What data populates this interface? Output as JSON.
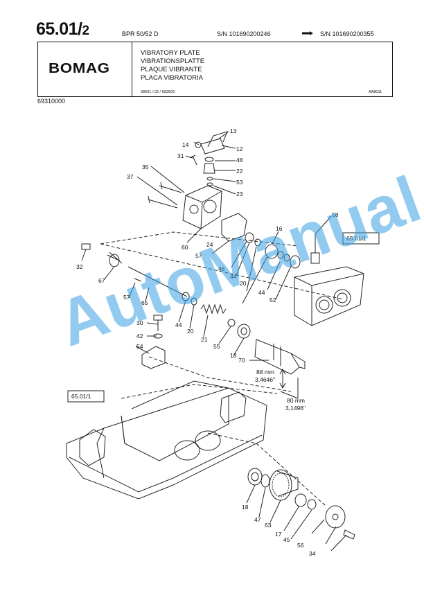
{
  "header": {
    "page_number_main": "65.01/",
    "page_number_sub": "2",
    "model": "BPR 50/52 D",
    "serial_from": "S/N 101690200246",
    "serial_to": "S/N 101690200355",
    "logo": "BOMAG",
    "titles": [
      "VIBRATORY PLATE",
      "VIBRATIONSPLATTE",
      "PLAQUE VIBRANTE",
      "PLACA VIBRATORIA"
    ],
    "code_small": "08501 / 02 / 693003",
    "code_right": "AA8011",
    "part_code": "69310000"
  },
  "diagram": {
    "callouts": [
      "13",
      "14",
      "12",
      "31",
      "48",
      "22",
      "35",
      "53",
      "37",
      "23",
      "58",
      "16",
      "65.01/1",
      "60",
      "57",
      "24",
      "46",
      "32",
      "44",
      "20",
      "67",
      "44",
      "52",
      "57",
      "65",
      "44",
      "20",
      "21",
      "30",
      "42",
      "54",
      "55",
      "18",
      "70",
      "88 mm",
      "3,4646\"",
      "80 mm",
      "3,1496\"",
      "65.01/1",
      "18",
      "47",
      "63",
      "17",
      "45",
      "56",
      "34"
    ],
    "watermark": "AutoManual"
  }
}
